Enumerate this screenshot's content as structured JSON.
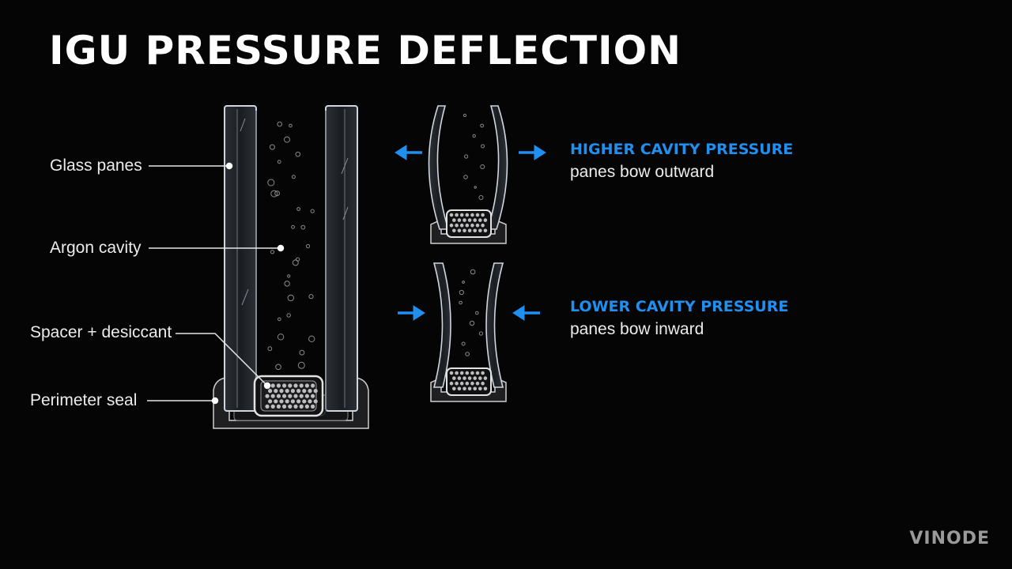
{
  "title": "IGU PRESSURE DEFLECTION",
  "labels": {
    "glass_panes": "Glass panes",
    "argon_cavity": "Argon cavity",
    "spacer": "Spacer + desiccant",
    "perimeter_seal": "Perimeter seal"
  },
  "states": [
    {
      "title": "HIGHER CAVITY PRESSURE",
      "description": "panes bow outward",
      "deflection": "outward"
    },
    {
      "title": "LOWER CAVITY PRESSURE",
      "description": "panes bow inward",
      "deflection": "inward"
    }
  ],
  "watermark": "VINODE",
  "colors": {
    "background": "#050505",
    "accent_blue": "#1f8ff0",
    "glass_edge": "#cfd6e0",
    "text": "#ececec"
  }
}
